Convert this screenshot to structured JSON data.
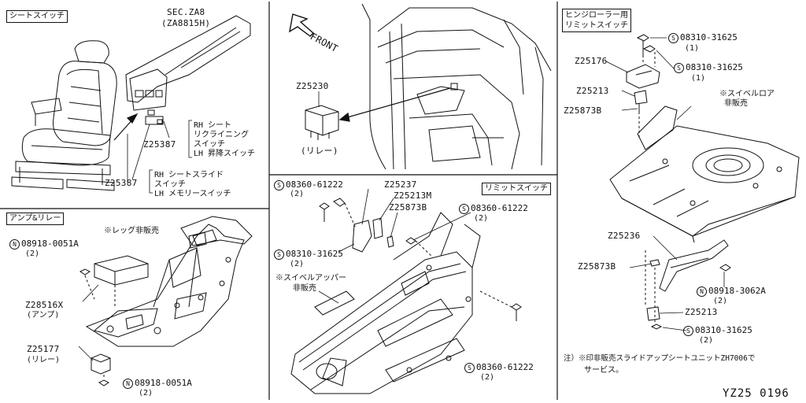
{
  "panels": {
    "seat_switch": {
      "title": "シートスイッチ",
      "sec_ref": "SEC.ZA8",
      "sec_ref2": "(ZA8815H)",
      "part1": "Z25387",
      "part1_desc": [
        "RH シート",
        "リクライニング",
        "スイッチ",
        "LH 昇降スイッチ"
      ],
      "part2": "Z25387",
      "part2_desc": [
        "RH シートスライド",
        "スイッチ",
        "LH メモリースイッチ"
      ]
    },
    "relay_center": {
      "front_label": "FRONT",
      "part": "Z25230",
      "part_desc": "(リレー)"
    },
    "hinge_roller": {
      "title_line1": "ヒンジローラー用",
      "title_line2": "リミットスイッチ",
      "bolt1": "08310-31625",
      "bolt1_qty": "(1)",
      "bolt2": "08310-31625",
      "bolt2_qty": "(1)",
      "part_z25176": "Z25176",
      "part_z25213a": "Z25213",
      "part_z25873b_a": "Z25873B",
      "swivel_lower": "※スイベルロア",
      "not_sold": "非販売",
      "part_z25236": "Z25236",
      "part_z25873b_b": "Z25873B",
      "nut": "08918-3062A",
      "nut_qty": "(2)",
      "part_z25213b": "Z25213",
      "bolt3": "08310-31625",
      "bolt3_qty": "(2)",
      "note_line1": "注）※印非販売スライドアップシートユニットZH7006で",
      "note_line2": "サービス。"
    },
    "amp_relay": {
      "title": "アンプ&リレー",
      "leg_not_sold": "※レッグ非販売",
      "nut1": "08918-0051A",
      "nut1_qty": "(2)",
      "amp_part": "Z28516X",
      "amp_desc": "(アンプ)",
      "relay_part": "Z25177",
      "relay_desc": "(リレー)",
      "nut2": "08918-0051A",
      "nut2_qty": "(2)"
    },
    "limit_switch": {
      "title": "リミットスイッチ",
      "screw1": "08360-61222",
      "screw1_qty": "(2)",
      "part_z25237": "Z25237",
      "part_z25213m": "Z25213M",
      "part_z25873b": "Z25873B",
      "screw2": "08360-61222",
      "screw2_qty": "(2)",
      "bolt": "08310-31625",
      "bolt_qty": "(2)",
      "swivel_upper": "※スイベルアッパー",
      "not_sold": "非販売",
      "screw3": "08360-61222",
      "screw3_qty": "(2)"
    }
  },
  "symbols": {
    "s": "S",
    "n": "N"
  },
  "page_code": "YZ25  0196"
}
